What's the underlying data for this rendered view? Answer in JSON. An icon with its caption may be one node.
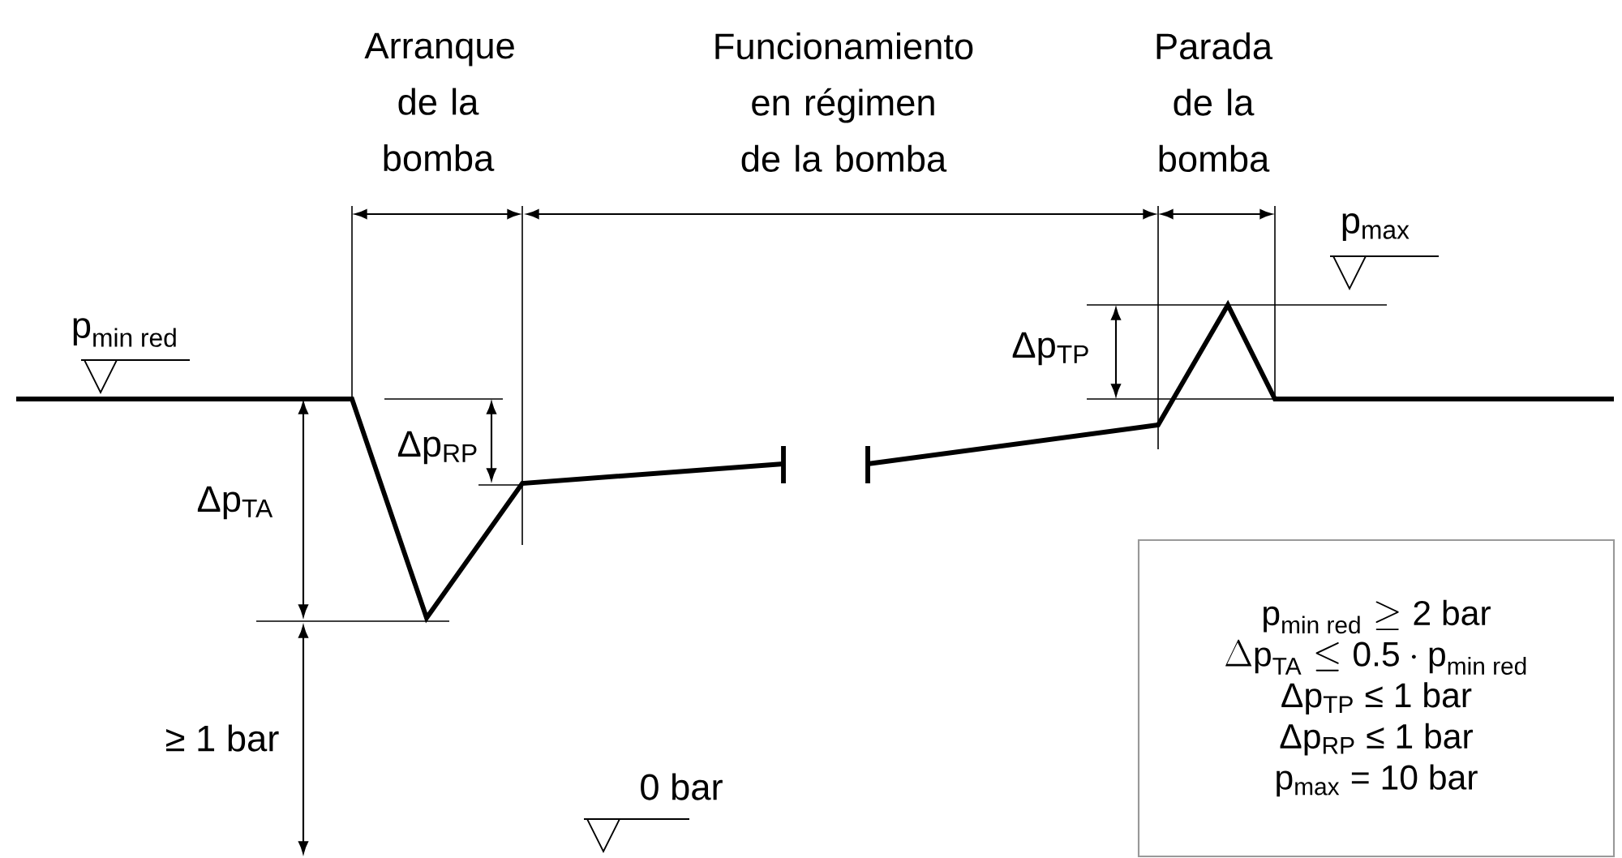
{
  "diagram": {
    "nodes": [
      {
        "text": [
          "\\text{p}_{\\text{min red}} \\geq \\text{2 bar}",
          "\\Delta\\text{p}_{\\text{TA}} \\leq \\text{0.5} \\cdot \\text{p}_{\\text{min red}}",
          "Δp$_{TP}$ ≤ 1 bar",
          "Δp$_{RP}$ ≤ 1 bar",
          "p$_{max}$ = 10 bar"
        ]
      }
    ],
    "labels": [
      "Arranque de la bomba",
      "Funcionamiento en régimen de la bomba",
      "Parada de la bomba",
      "p$_{max}$",
      "\\text{p}_{\\text{min red}}",
      "Δp$_{TP}$",
      "Δp$_{RP}$",
      "Δp$_{TA}$",
      "≥ 1 bar",
      "0 bar"
    ]
  }
}
